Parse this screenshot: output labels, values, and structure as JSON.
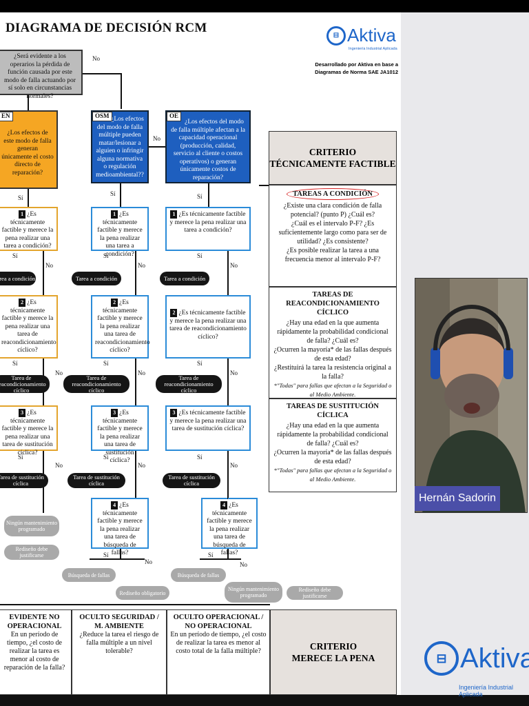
{
  "slide": {
    "title": "DIAGRAMA DE DECISIÓN RCM",
    "logo_text": "Aktiva",
    "logo_sub": "Ingeniería Industrial Aplicada",
    "developed_by_1": "Desarrollado por Aktiva en base a",
    "developed_by_2": "Diagramas de Norma SAE JA1012",
    "start_question": "¿Será evidente a los operarios la pérdida de función causada por este modo de falla actuando por sí solo en circunstancias normales?",
    "no": "No",
    "si": "Sí",
    "en_tag": "EN",
    "osm_tag": "OSM",
    "oe_tag": "OE",
    "en_question": "¿Los efectos de este modo de falla generan únicamente el costo directo de reparación?",
    "osm_question": "¿Los efectos del modo de falla múltiple pueden matar/lesionar a alguien o infringir alguna normativa o regulación medioambiental??",
    "oe_question": "¿Los efectos del modo de falla múltiple afectan a la capacidad operacional (producción, calidad, servicio al cliente o costos operativos) o generan únicamente costos de reparación?",
    "n1": "1",
    "n2": "2",
    "n3": "3",
    "n4": "4",
    "q_condicion": "¿Es técnicamente factible y merece la pena realizar una tarea a condición?",
    "q_recond": "¿Es técnicamente factible y merece la pena realizar una tarea de reacondicionamiento cíclico?",
    "q_sust": "¿Es técnicamente factible y merece la pena realizar una tarea de sustitución cíclica?",
    "q_busq": "¿Es técnicamente factible y merece la pena realizar una tarea de búsqueda de fallas?",
    "t_condicion": "Tarea a condición",
    "t_recond": "Tarea de reacondicionamiento cíclico",
    "t_sust": "Tarea de sustitución cíclica",
    "t_busq": "Búsqueda de fallas",
    "ningun": "Ningún mantenimiento programado",
    "rediseno_just": "Rediseño debe justificarse",
    "rediseno_oblig": "Rediseño obligatorio",
    "criterio_tf_1": "CRITERIO",
    "criterio_tf_2": "TÉCNICAMENTE FACTIBLE",
    "tareas_cond_h": "TAREAS A CONDICIÓN",
    "tareas_cond_1": "¿Existe una clara condición de falla potencial? (punto P) ¿Cuál es?",
    "tareas_cond_2": "¿Cuál es el intervalo P-F? ¿Es suficientemente largo como para ser de utilidad? ¿Es consistente?",
    "tareas_cond_3": "¿Es posible realizar la tarea a una frecuencia menor al intervalo P-F?",
    "tareas_rec_h": "TAREAS DE REACONDICIONAMIENTO CÍCLICO",
    "tareas_rec_1": "¿Hay una edad en la que aumenta rápidamente la probabilidad condicional de falla? ¿Cuál es?",
    "tareas_rec_2": "¿Ocurren la mayoría* de las fallas después de esta edad?",
    "tareas_rec_3": "¿Restituirá la tarea la resistencia original a la falla?",
    "tareas_rec_note": "*\"Todas\" para fallas que afectan a la Seguridad o al Medio Ambiente.",
    "tareas_sus_h": "TAREAS DE SUSTITUCIÓN CÍCLICA",
    "tareas_sus_1": "¿Hay una edad en la que aumenta rápidamente la probabilidad condicional de falla? ¿Cuál es?",
    "tareas_sus_2": "¿Ocurren la mayoría* de las fallas después de esta edad?",
    "tareas_sus_note": "*\"Todas\" para fallas que afectan a la Seguridad o al Medio Ambiente.",
    "b1_h": "EVIDENTE NO OPERACIONAL",
    "b1_t": "En un período de tiempo, ¿el costo de realizar la tarea es menor al costo de reparación de la falla?",
    "b2_h": "OCULTO SEGURIDAD / M. AMBIENTE",
    "b2_t": "¿Reduce la tarea el riesgo de falla múltiple a un nivel tolerable?",
    "b3_h": "OCULTO OPERACIONAL / NO OPERACIONAL",
    "b3_t": "En un período de tiempo, ¿el costo de realizar la tarea es menor al costo total de la falla múltiple?",
    "criterio_mp_1": "CRITERIO",
    "criterio_mp_2": "MERECE LA PENA"
  },
  "presenter": {
    "name": "Hernán Sadorin"
  },
  "colors": {
    "blue": "#1e5fbf",
    "orange": "#f5a623",
    "logo": "#1e66c9",
    "namebar": "#4b4fa8"
  }
}
